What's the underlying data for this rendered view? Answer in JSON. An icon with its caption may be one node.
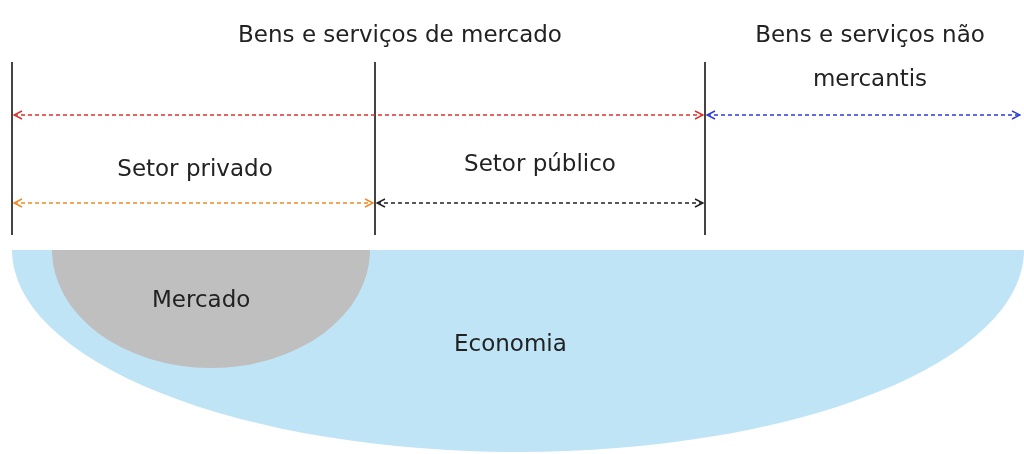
{
  "diagram": {
    "nodes": [
      {
        "text": [
          "Economia"
        ]
      },
      {
        "text": [
          "Mercado"
        ],
        "in": 0
      }
    ],
    "labels": [
      "Bens e serviços de mercado",
      "Bens e serviços não mercantis",
      "Setor privado",
      "Setor público"
    ]
  }
}
